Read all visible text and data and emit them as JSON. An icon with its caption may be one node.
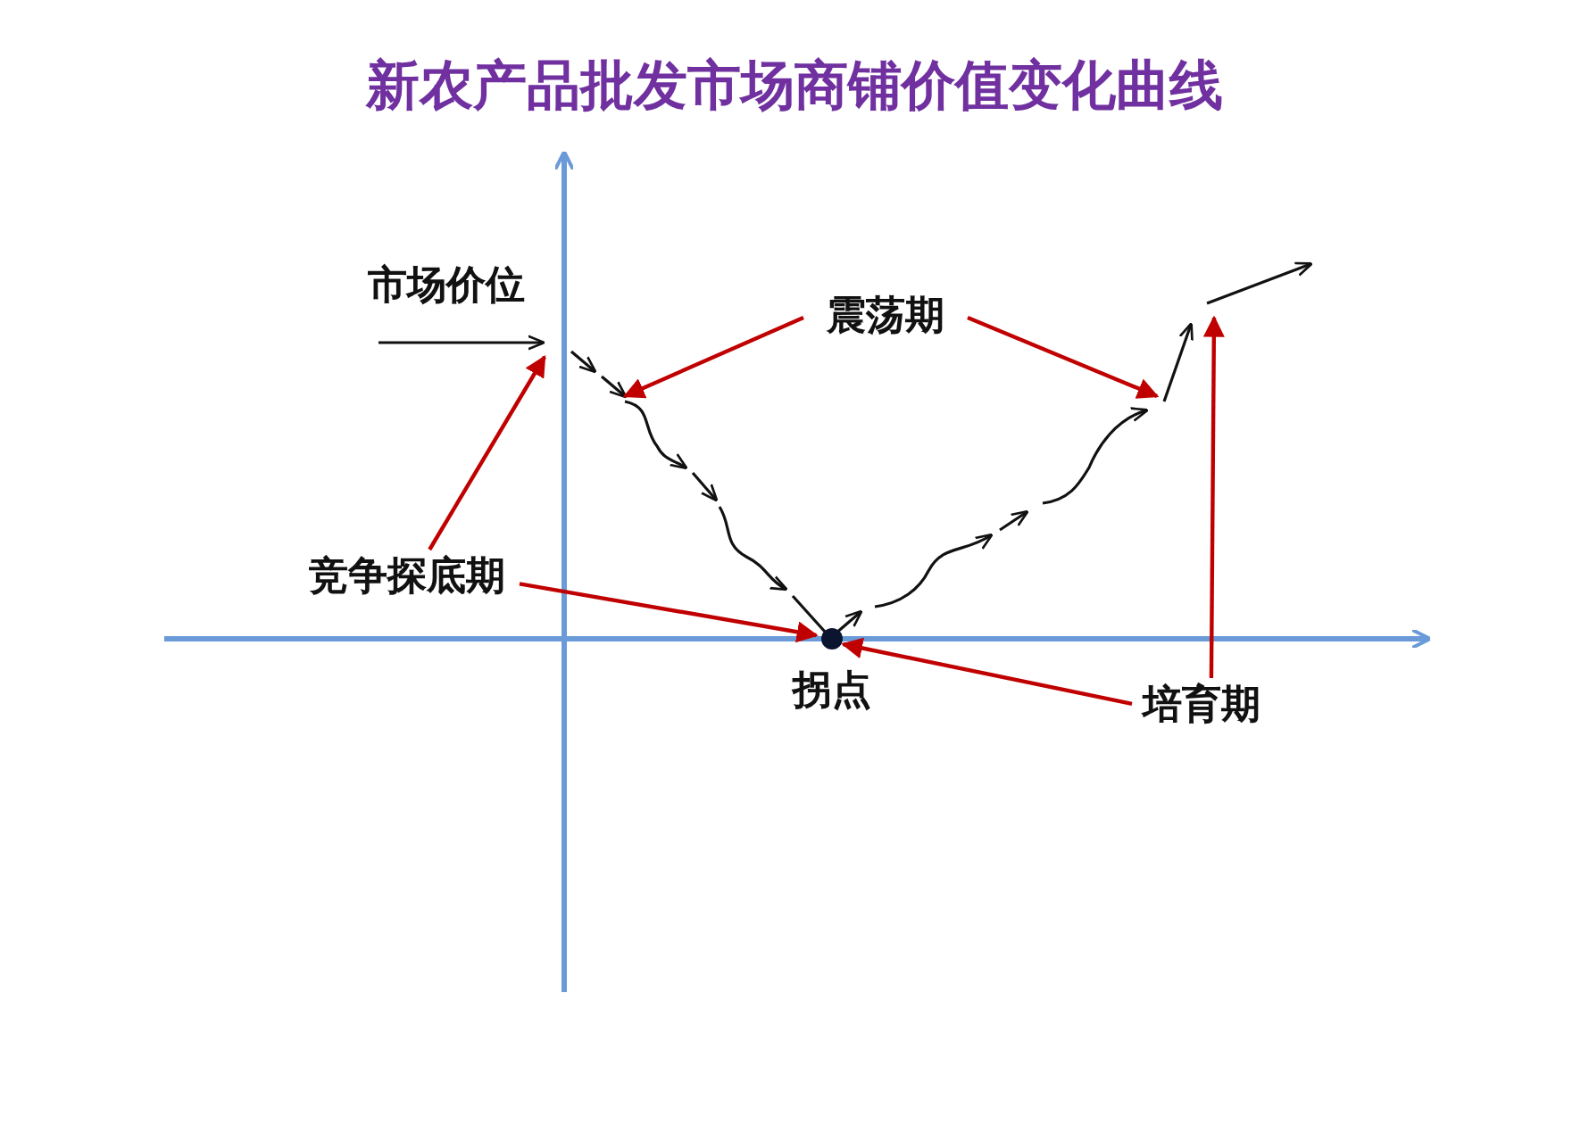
{
  "diagram": {
    "title": "新农产品批发市场商铺价值变化曲线",
    "nodes": [
      {
        "text": [
          "震荡期"
        ]
      },
      {
        "text": [
          "竞争探底期"
        ]
      },
      {
        "text": [],
        "shape": "circle",
        "beside": [
          "拐点"
        ]
      },
      {
        "text": [
          "培育期"
        ]
      }
    ],
    "edges": [
      {
        "from": 1,
        "to": null,
        "arrow": "to"
      },
      {
        "from": 1,
        "to": 2,
        "arrow": "to"
      },
      {
        "from": 0,
        "to": null,
        "arrow": "to"
      },
      {
        "from": 0,
        "to": null,
        "arrow": "to"
      },
      {
        "from": 3,
        "to": 2,
        "arrow": "to"
      },
      {
        "from": 3,
        "to": null,
        "arrow": "to"
      }
    ],
    "labels": [
      "市场价位"
    ]
  }
}
